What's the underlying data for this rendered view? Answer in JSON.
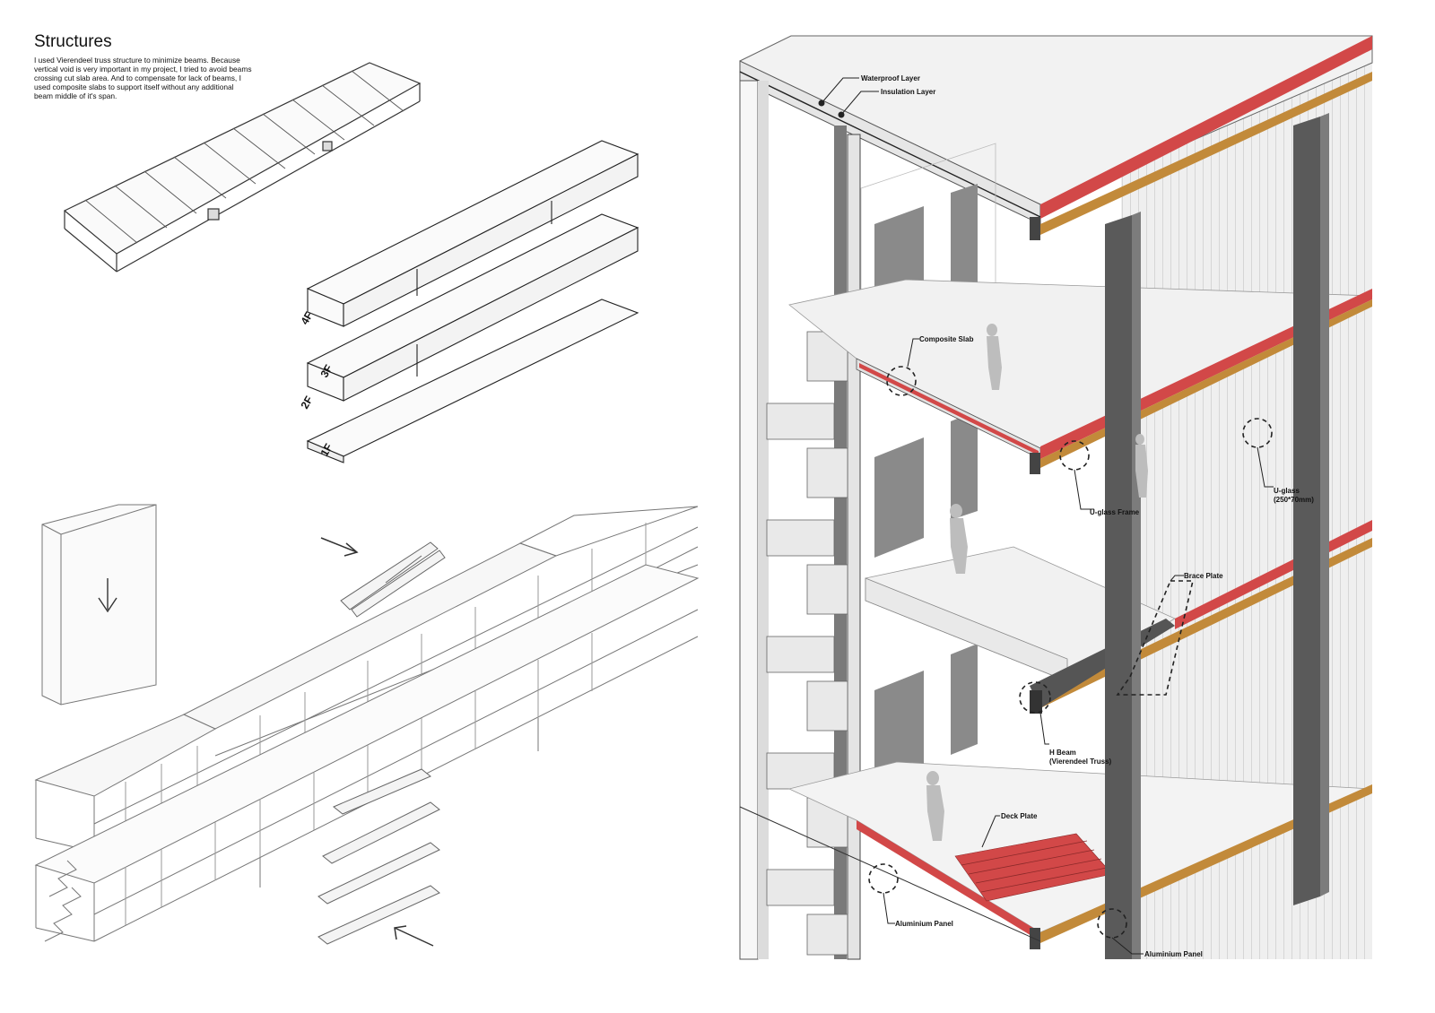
{
  "heading": "Structures",
  "description": "I used Vierendeel truss structure to minimize beams. Because vertical void is very important in my project, I tried to avoid beams crossing cut slab area. And to compensate for lack of beams, I used composite slabs to support itself without any additional beam middle of it's span.",
  "floor_labels": [
    "4F",
    "3F",
    "2F",
    "1F"
  ],
  "callouts": {
    "waterproof": "Waterproof Layer",
    "insulation": "Insulation Layer",
    "composite_slab": "Composite Slab",
    "uglass_frame": "U-glass Frame",
    "uglass_1": "U-glass",
    "uglass_2": "(250*70mm)",
    "brace_plate": "Brace Plate",
    "hbeam_1": "H Beam",
    "hbeam_2": "(Vierendeel Truss)",
    "deck_plate": "Deck Plate",
    "aluminium_panel_left": "Aluminium Panel",
    "aluminium_panel_right": "Aluminium Panel"
  },
  "colors": {
    "insulation_red": "#d04545",
    "wood_frame": "#c28a3a",
    "steel": "#6c6c6c"
  }
}
